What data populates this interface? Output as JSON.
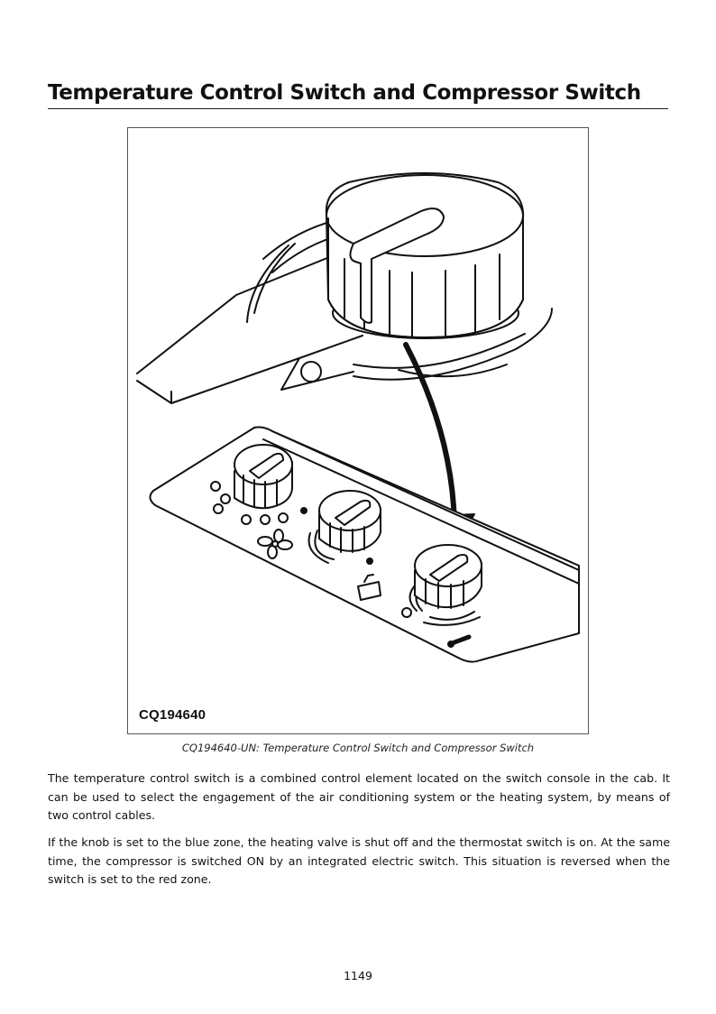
{
  "section": {
    "title": "Temperature Control Switch and Compressor Switch"
  },
  "figure": {
    "id_label": "CQ194640",
    "caption": "CQ194640-UN: Temperature Control Switch and Compressor Switch"
  },
  "body": {
    "paragraphs": [
      "The temperature control switch is a combined control element located on the switch console in the cab. It can be used to select the engagement of the air conditioning system or the heating system, by means of two control cables.",
      "If the knob is set to the blue zone, the heating valve is shut off and the thermostat switch is on. At the same time, the compressor is switched ON by an integrated electric switch. This situation is reversed when the switch is set to the red zone."
    ]
  },
  "footer": {
    "page_number": "1149"
  }
}
